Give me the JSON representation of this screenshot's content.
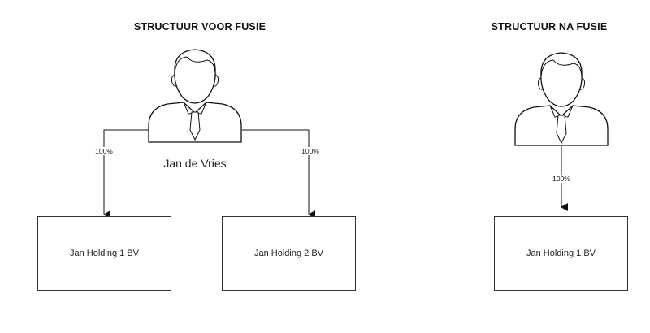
{
  "before": {
    "title": "STRUCTUUR VOOR FUSIE",
    "person_name": "Jan de Vries",
    "edges": [
      {
        "label": "100%",
        "to": "Jan Holding 1 BV"
      },
      {
        "label": "100%",
        "to": "Jan Holding 2 BV"
      }
    ],
    "companies": [
      "Jan Holding 1 BV",
      "Jan Holding 2 BV"
    ]
  },
  "after": {
    "title": "STRUCTUUR NA FUSIE",
    "edges": [
      {
        "label": "100%",
        "to": "Jan Holding 1 BV"
      }
    ],
    "companies": [
      "Jan Holding 1 BV"
    ]
  },
  "icons": {
    "person": "person-with-tie-icon"
  },
  "colors": {
    "line": "#111111",
    "icon_stroke": "#111111",
    "box_border": "#333333"
  }
}
